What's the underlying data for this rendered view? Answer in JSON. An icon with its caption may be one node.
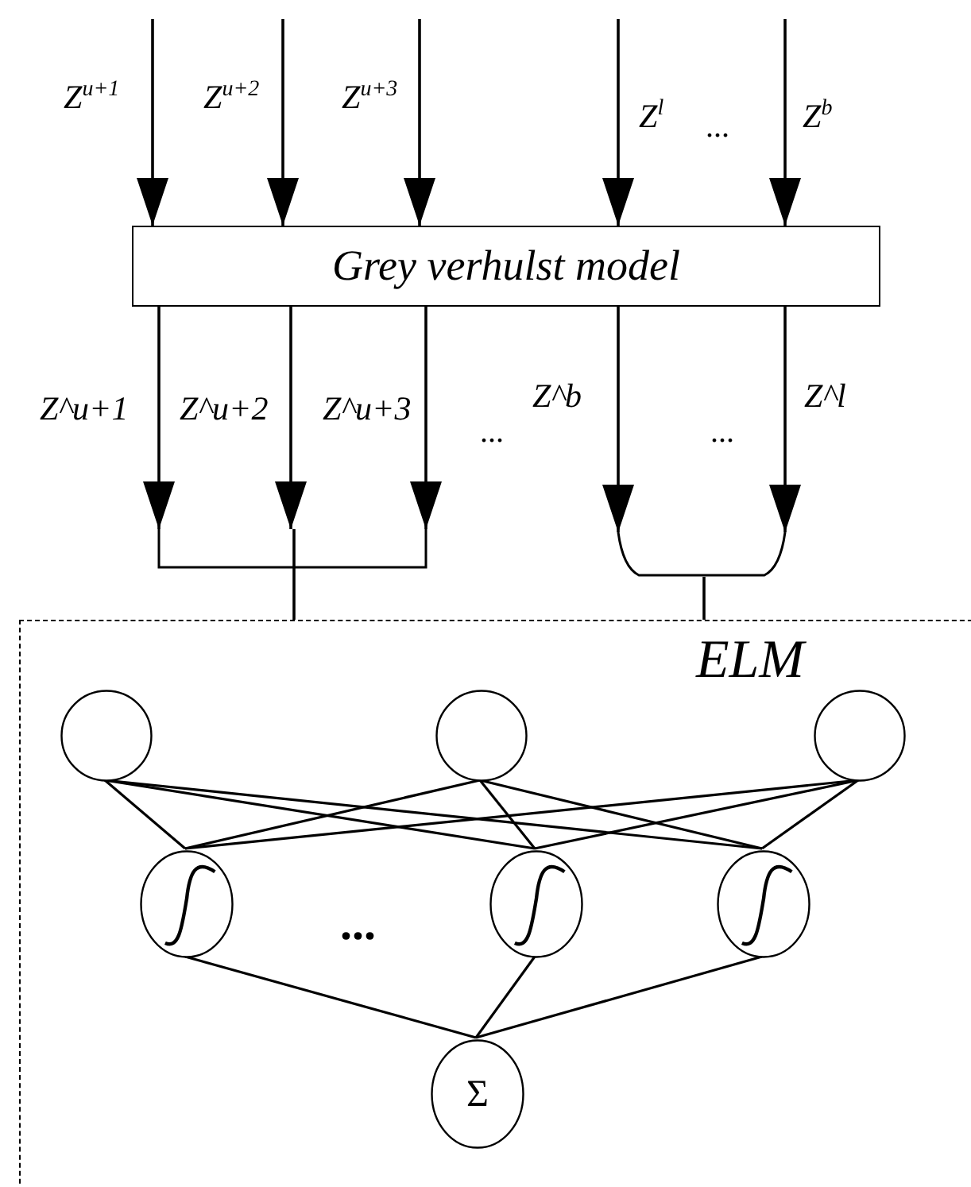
{
  "diagram": {
    "nodes": [
      {
        "text": [
          "Grey verhulst model"
        ]
      },
      {
        "text": [],
        "shape": "bracket"
      },
      {
        "text": [],
        "shape": "bracket"
      },
      {
        "text": [
          "ELM"
        ]
      },
      {
        "text": [],
        "shape": "circle",
        "in": 3
      },
      {
        "text": [],
        "shape": "circle",
        "in": 3
      },
      {
        "text": [],
        "shape": "circle",
        "in": 3
      },
      {
        "text": [],
        "shape": "circle",
        "in": 3
      },
      {
        "text": [],
        "shape": "circle",
        "in": 3
      },
      {
        "text": [],
        "shape": "circle",
        "in": 3
      },
      {
        "text": [
          "Σ"
        ],
        "in": 3
      }
    ],
    "edges": [
      {
        "from": null,
        "to": 0,
        "arrow": "to",
        "label": "Z$^{u+1}$"
      },
      {
        "from": null,
        "to": 0,
        "arrow": "to",
        "label": "Z$^{u+2}$"
      },
      {
        "from": null,
        "to": 0,
        "arrow": "to",
        "label": "Z$^{u+3}$"
      },
      {
        "from": null,
        "to": 0,
        "arrow": "to",
        "label": "Z$^{l}$"
      },
      {
        "from": null,
        "to": 0,
        "arrow": "to",
        "label": "Z$^{b}$"
      },
      {
        "from": 0,
        "to": 1,
        "arrow": "to",
        "label": "Z^u+1"
      },
      {
        "from": 0,
        "to": 1,
        "arrow": "to",
        "label": "Z^u+2"
      },
      {
        "from": 0,
        "to": 1,
        "arrow": "to",
        "label": "Z^u+3"
      },
      {
        "from": 0,
        "to": 2,
        "arrow": "to",
        "label": "Z^b"
      },
      {
        "from": 0,
        "to": 2,
        "arrow": "to",
        "label": "Z^l"
      },
      {
        "from": 1,
        "to": 3,
        "arrow": "none"
      },
      {
        "from": 2,
        "to": 3,
        "arrow": "none"
      },
      {
        "from": 4,
        "to": 7,
        "arrow": "none"
      },
      {
        "from": 4,
        "to": 8,
        "arrow": "none"
      },
      {
        "from": 4,
        "to": 9,
        "arrow": "none"
      },
      {
        "from": 5,
        "to": 7,
        "arrow": "none"
      },
      {
        "from": 5,
        "to": 8,
        "arrow": "none"
      },
      {
        "from": 5,
        "to": 9,
        "arrow": "none"
      },
      {
        "from": 6,
        "to": 7,
        "arrow": "none"
      },
      {
        "from": 6,
        "to": 8,
        "arrow": "none"
      },
      {
        "from": 6,
        "to": 9,
        "arrow": "none"
      },
      {
        "from": 7,
        "to": 10,
        "arrow": "none"
      },
      {
        "from": 8,
        "to": 10,
        "arrow": "none"
      },
      {
        "from": 9,
        "to": 10,
        "arrow": "none"
      }
    ],
    "labels": [
      "...",
      "...",
      "...",
      "..."
    ]
  }
}
